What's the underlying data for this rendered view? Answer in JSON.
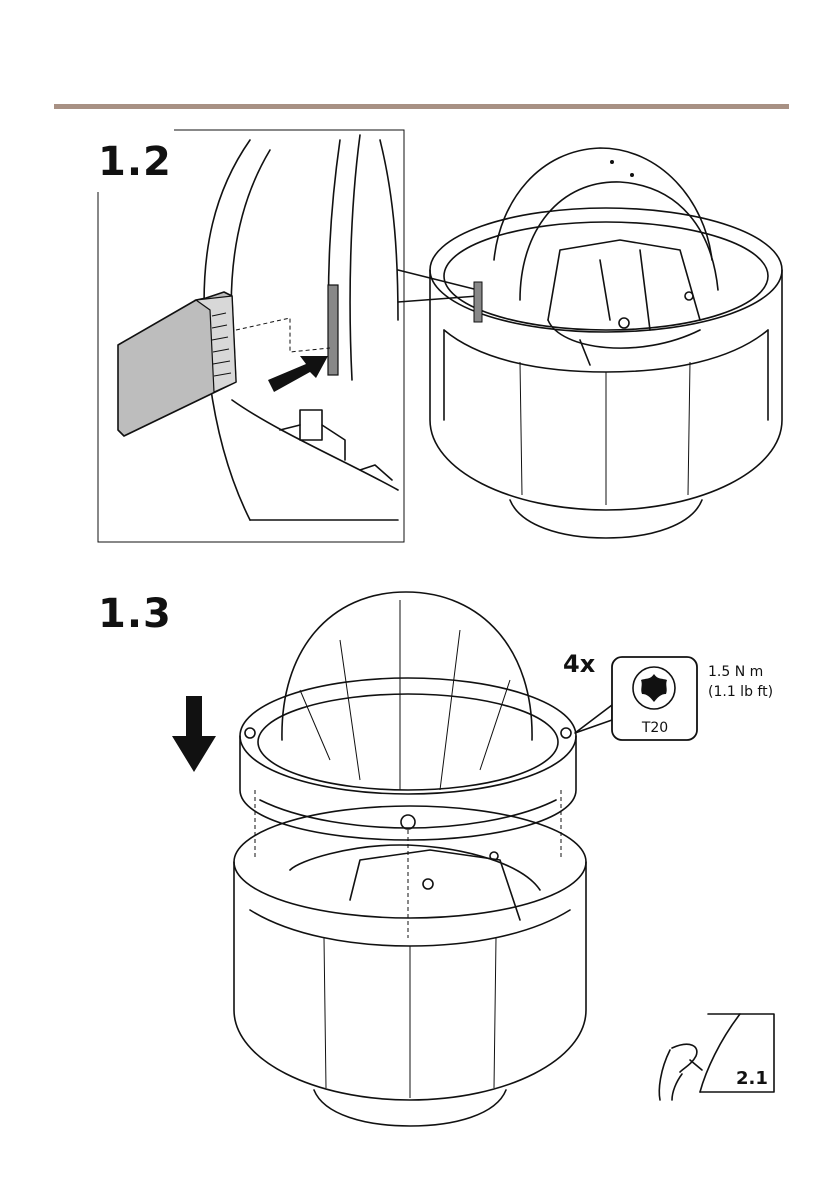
{
  "colors": {
    "rule": "#a89184",
    "line": "#111111"
  },
  "steps": {
    "first": "1.2",
    "second": "1.3"
  },
  "fastener": {
    "quantity": "4x",
    "torque_nm": "1.5 N m",
    "torque_lbft": "(1.1 lb ft)",
    "tool": "T20"
  },
  "next_step": "2.1",
  "icons": [
    "sd-card-icon",
    "push-arrow-icon",
    "down-arrow-icon",
    "torx-t20-icon",
    "page-turn-icon"
  ]
}
